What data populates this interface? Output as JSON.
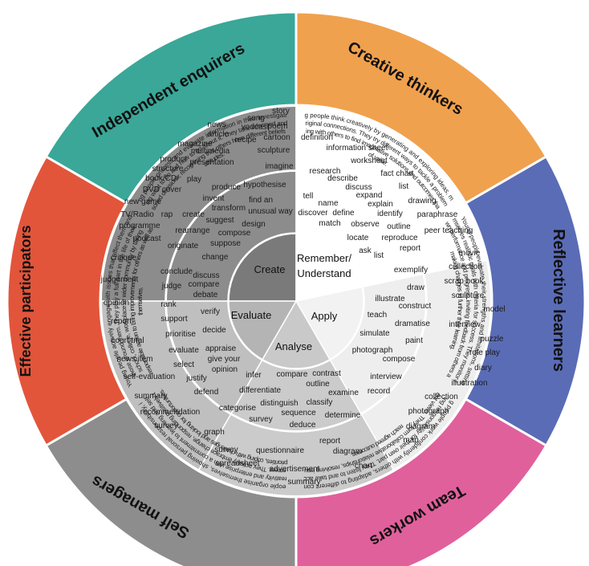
{
  "colors": {
    "independent": "#3aa798",
    "creative": "#f0a14e",
    "reflective": "#5a6cb6",
    "team": "#e0609c",
    "self": "#8d8d8d",
    "effective": "#e2553b",
    "ring_create": "#8c8c8c",
    "ring_remember": "#ffffff",
    "ring_apply": "#eeeeee",
    "ring_analyse": "#cbcbcb",
    "ring_evaluate": "#bfbfbf",
    "hub_create": "#7a7a7a",
    "hub_remember": "#ffffff",
    "hub_apply": "#f2f2f2",
    "hub_analyse": "#c9c9c9",
    "hub_evaluate": "#b4b4b4"
  },
  "outer": [
    {
      "key": "independent",
      "title": "Independent enquirers",
      "desc": [
        "Young people process and evaluate information in their investigations,",
        "planning what to do and how to go about it. They take informed and well-",
        "reasoned decisions, recognising that others have different beliefs and",
        "attitudes."
      ]
    },
    {
      "key": "creative",
      "title": "Creative thinkers",
      "desc": [
        "Young people think creatively by generating and exploring ideas, making",
        "original connections. They try different ways to tackle a problem,",
        "working with others to find imaginative solutions and outcomes that are",
        "of value."
      ]
    },
    {
      "key": "reflective",
      "title": "Reflective learners",
      "desc": [
        "Young people evaluate their strengths and limitations, setting",
        "themselves realistic goals with criteria for success. They monitor their",
        "own performance and progress, inviting feedback from others and",
        "making changes to further their learning."
      ]
    },
    {
      "key": "team",
      "title": "Team workers",
      "desc": [
        "Young people work confidently with others, adapting to different contexts",
        "and taking responsibility for their own part. They listen to and take account of",
        "different views. They form collaborative relationships, resolving issues to",
        "reach agreed outcomes."
      ]
    },
    {
      "key": "self",
      "title": "Self managers",
      "desc": [
        "Young people organise themselves, showing personal responsibility, initiative,",
        "creativity and enterprise with a commitment to learning and self-",
        "improvement. They actively embrace change, responding positively to new",
        "priorities, coping with challenges and looking for opportunities."
      ]
    },
    {
      "key": "effective",
      "title": "Effective participators",
      "desc": [
        "Young people actively engage with issues that affect them and",
        "those around them. They play a full part in the life of their",
        "school, college, workplace or wider community by taking",
        "responsible action to bring improvements for others as well as",
        "themselves."
      ]
    }
  ],
  "hub": {
    "create": "Create",
    "remember": [
      "Remember/",
      "Understand"
    ],
    "apply": "Apply",
    "analyse": "Analyse",
    "evaluate": "Evaluate"
  },
  "ring": {
    "create": [
      "story",
      "song",
      "poem",
      "news",
      "vodcast",
      "cartoon",
      "article",
      "recipe",
      "sculpture",
      "magazine",
      "product",
      "multimedia",
      "presentation",
      "structure",
      "imagine",
      "book/CD/",
      "play",
      "DVD cover",
      "produce",
      "hypothesise",
      "invent",
      "find an",
      "new game",
      "transform",
      "unusual way",
      "TV/Radio",
      "rap",
      "create",
      "suggest",
      "programme",
      "design",
      "rearrange",
      "compose",
      "podcast",
      "suppose",
      "originate",
      "change"
    ],
    "remember": [
      "definition",
      "information sheet",
      "worksheet",
      "research",
      "fact chart",
      "describe",
      "discuss",
      "list",
      "expand",
      "tell",
      "drawing",
      "name",
      "explain",
      "discover",
      "define",
      "identify",
      "paraphrase",
      "match",
      "observe",
      "outline",
      "locate",
      "reproduce",
      "peer teaching",
      "ask",
      "list",
      "report"
    ],
    "apply": [
      "exemplify",
      "draw",
      "illustrate",
      "construct",
      "teach",
      "dramatise",
      "simulate",
      "paint",
      "photograph",
      "compose",
      "interview",
      "record"
    ],
    "analyse": [
      "infer",
      "compare",
      "contrast",
      "differentiate",
      "outline",
      "examine",
      "distinguish",
      "classify",
      "categorise",
      "sequence",
      "determine",
      "survey",
      "deduce"
    ],
    "evaluate": [
      "conclude",
      "discuss",
      "judge",
      "compare",
      "debate",
      "rank",
      "verify",
      "support",
      "prioritise",
      "decide",
      "evaluate",
      "select",
      "appraise",
      "give your",
      "justify",
      "opinion",
      "defend"
    ],
    "reflective_products": [
      "movie",
      "collection",
      "scrap book",
      "sculpture",
      "model",
      "interview",
      "puzzle",
      "role play",
      "diary",
      "illustration",
      "collection",
      "photograph",
      "diagram",
      "map"
    ],
    "self_products": [
      "graph",
      "report",
      "survey",
      "questionnaire",
      "diagram",
      "spreadsheet",
      "chart",
      "advertisement",
      "summary"
    ],
    "effective_products": [
      "critique",
      "judgement",
      "opinion",
      "report",
      "court trial",
      "news item",
      "self-evaluation",
      "summary",
      "recommendation",
      "survey"
    ]
  }
}
